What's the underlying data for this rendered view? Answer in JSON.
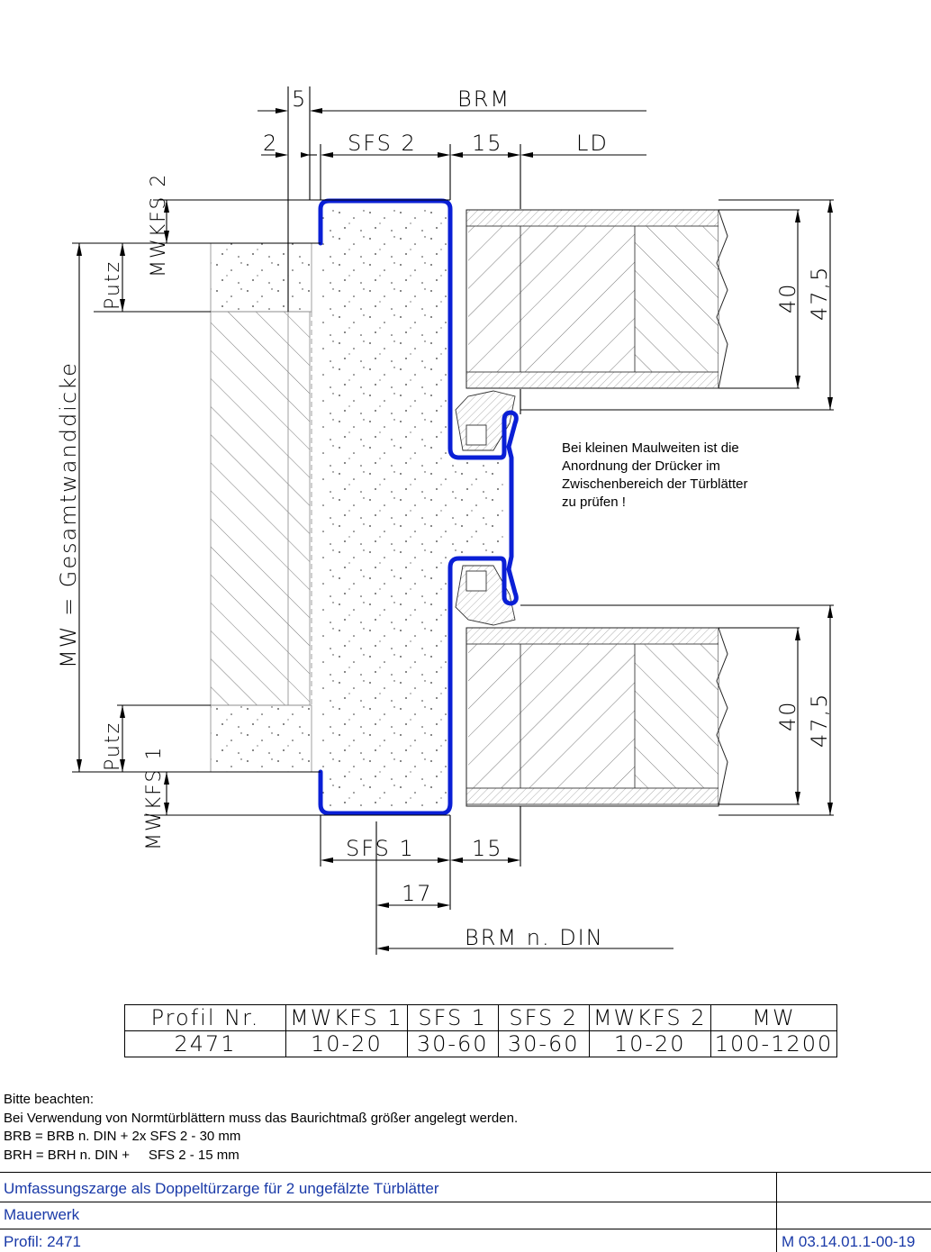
{
  "drawing": {
    "dims": {
      "top_5": "5",
      "brm": "BRM",
      "top_2": "2",
      "sfs2": "SFS 2",
      "top_15": "15",
      "ld": "LD",
      "mwkfs2": "MWKFS 2",
      "putz_top": "Putz",
      "gesamt": "MW = Gesamtwanddicke",
      "putz_bottom": "Putz",
      "mwkfs1": "MWKFS 1",
      "r40_top": "40",
      "r475_top": "47,5",
      "r40_bottom": "40",
      "r475_bottom": "47,5",
      "sfs1": "SFS 1",
      "bottom_15": "15",
      "bottom_17": "17",
      "brm_din": "BRM n. DIN"
    },
    "note": [
      "Bei kleinen Maulweiten ist die",
      "Anordnung der Drücker im",
      "Zwischenbereich der Türblätter",
      "zu prüfen !"
    ],
    "colors": {
      "profile": "#0a1fd6",
      "text_blue": "#1a3aa8"
    }
  },
  "spec_table": {
    "headers": [
      "Profil Nr.",
      "MWKFS 1",
      "SFS 1",
      "SFS 2",
      "MWKFS 2",
      "MW"
    ],
    "values": [
      "2471",
      "10-20",
      "30-60",
      "30-60",
      "10-20",
      "100-1200"
    ]
  },
  "remarks": [
    "Bitte beachten:",
    "Bei Verwendung von Normtürblättern muss das Baurichtmaß größer angelegt werden.",
    "BRB = BRB n. DIN + 2x SFS 2 - 30 mm",
    "BRH = BRH n. DIN +     SFS 2 - 15 mm"
  ],
  "title_block": {
    "line1": "Umfassungszarge als Doppeltürzarge für 2 ungefälzte Türblätter",
    "line2": "Mauerwerk",
    "line3": "Profil: 2471",
    "drawing_number": "M 03.14.01.1-00-19"
  }
}
